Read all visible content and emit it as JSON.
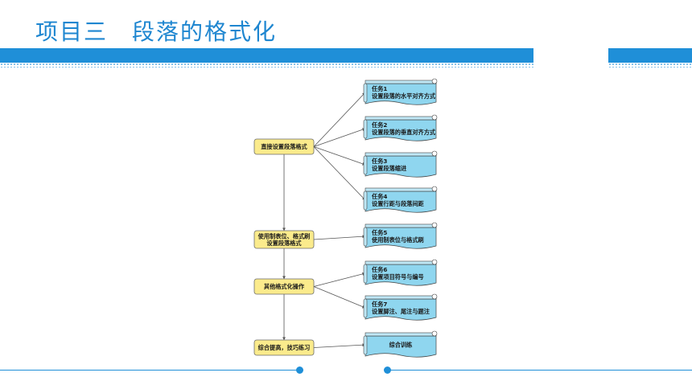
{
  "header": {
    "title": "项目三　段落的格式化"
  },
  "colors": {
    "accent": "#1f8fd8",
    "left_box": "#fbeb8c",
    "scroll_box": "#8fd6ef"
  },
  "diagram": {
    "left_nodes": [
      {
        "id": "L1",
        "lines": [
          "直接设置段落格式"
        ]
      },
      {
        "id": "L2",
        "lines": [
          "使用制表位、格式刷",
          "设置段落格式"
        ]
      },
      {
        "id": "L3",
        "lines": [
          "其他格式化操作"
        ]
      },
      {
        "id": "L4",
        "lines": [
          "综合提高，技巧练习"
        ]
      }
    ],
    "right_nodes": [
      {
        "id": "R1",
        "lines": [
          "任务1",
          "设置段落的水平对齐方式"
        ]
      },
      {
        "id": "R2",
        "lines": [
          "任务2",
          "设置段落的垂直对齐方式"
        ]
      },
      {
        "id": "R3",
        "lines": [
          "任务3",
          "设置段落缩进"
        ]
      },
      {
        "id": "R4",
        "lines": [
          "任务4",
          "设置行距与段落间距"
        ]
      },
      {
        "id": "R5",
        "lines": [
          "任务5",
          "使用制表位与格式刷"
        ]
      },
      {
        "id": "R6",
        "lines": [
          "任务6",
          "设置项目符号与编号"
        ]
      },
      {
        "id": "R7",
        "lines": [
          "任务7",
          "设置脚注、尾注与题注"
        ]
      },
      {
        "id": "R8",
        "lines": [
          "综合训练"
        ]
      }
    ],
    "edges": [
      [
        "L1",
        "R1"
      ],
      [
        "L1",
        "R2"
      ],
      [
        "L1",
        "R3"
      ],
      [
        "L1",
        "R4"
      ],
      [
        "L2",
        "R5"
      ],
      [
        "L3",
        "R6"
      ],
      [
        "L3",
        "R7"
      ],
      [
        "L4",
        "R8"
      ],
      [
        "L1",
        "L2"
      ],
      [
        "L2",
        "L3"
      ],
      [
        "L3",
        "L4"
      ]
    ]
  }
}
